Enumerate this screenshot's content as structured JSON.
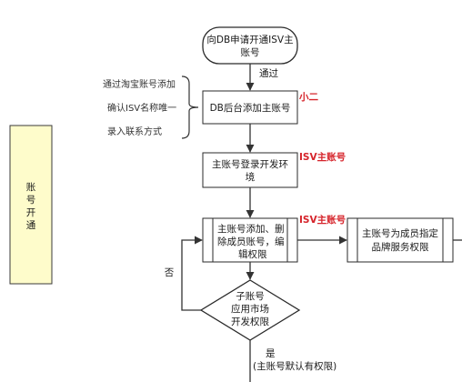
{
  "swimlane": {
    "label_lines": [
      "账",
      "号",
      "开",
      "通"
    ]
  },
  "nodes": {
    "start": {
      "lines": [
        "向DB申请开通ISV主",
        "账号"
      ]
    },
    "db_add": {
      "lines": [
        "DB后台添加主账号"
      ]
    },
    "login": {
      "lines": [
        "主账号登录开发环",
        "境"
      ]
    },
    "main_actions": {
      "lines": [
        "主账号添加、删",
        "除成员账号，编",
        "辑权限"
      ]
    },
    "assign": {
      "lines": [
        "主账号为成员指定",
        "品牌服务权限"
      ]
    },
    "decision": {
      "lines": [
        "子账号",
        "应用市场",
        "开发权限"
      ]
    }
  },
  "edges": {
    "start_to_db": "通过",
    "decision_no": "否",
    "decision_yes_lines": [
      "是",
      "(主账号默认有权限)"
    ]
  },
  "side_notes": [
    "通过淘宝账号添加",
    "确认ISV名称唯一",
    "录入联系方式"
  ],
  "role_labels": {
    "db_add": "小二",
    "login": "ISV主账号",
    "main_actions": "ISV主账号"
  },
  "colors": {
    "swimlane_fill": "#fefccb",
    "swimlane_stroke": "#3a3a3a",
    "node_stroke": "#2a2a2a",
    "arrow": "#333333",
    "role_red": "#d6242b"
  }
}
